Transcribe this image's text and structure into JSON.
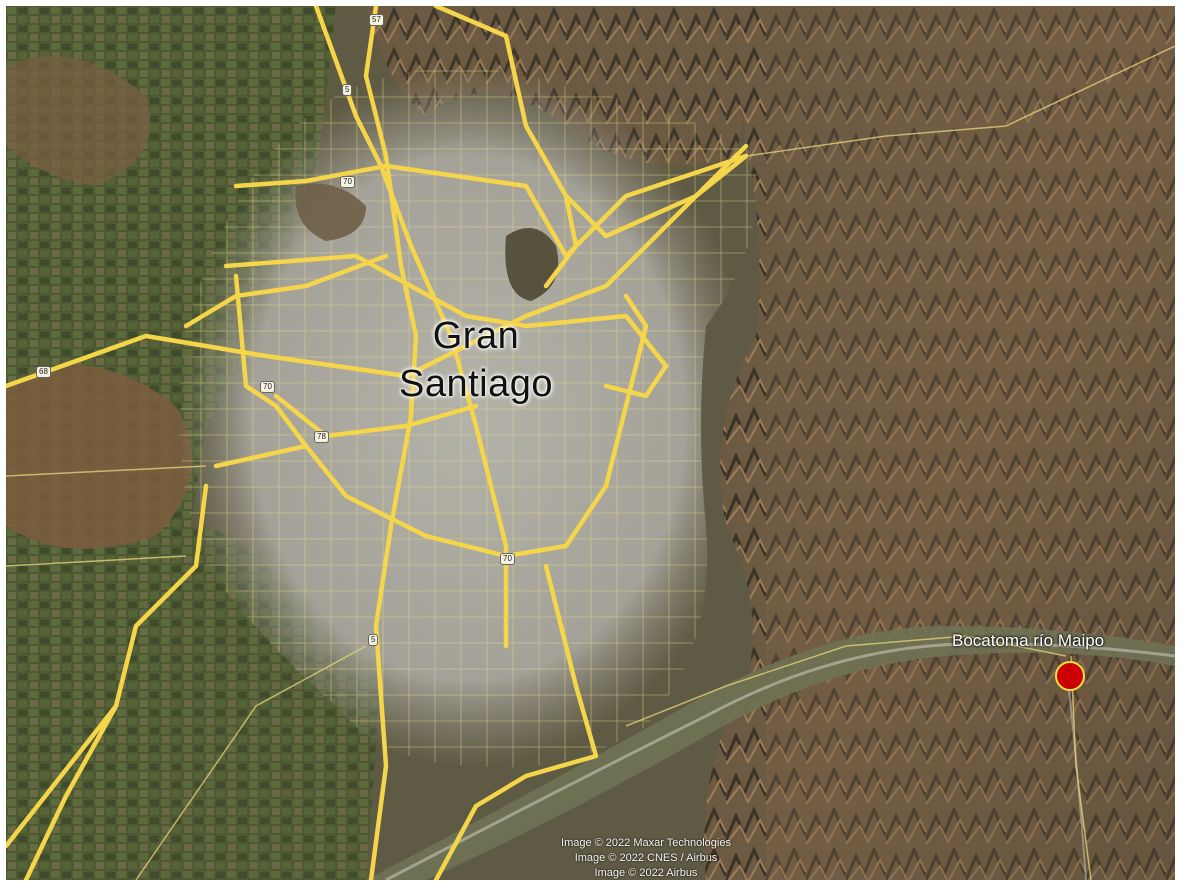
{
  "city": {
    "line1": "Gran",
    "line2": "Santiago"
  },
  "marker": {
    "label": "Bocatoma río Maipo",
    "color": "#cc0000"
  },
  "attribution": [
    "Image © 2022 Maxar Technologies",
    "Image © 2022 CNES / Airbus",
    "Image © 2022 Airbus"
  ],
  "route_shields": [
    "57",
    "5",
    "70",
    "68",
    "70",
    "78",
    "70",
    "5"
  ],
  "colors": {
    "road": "#f5d54a",
    "terrain_dark": "#4a4232",
    "terrain_brown": "#7c5a3c",
    "urban": "#a7a59b",
    "farmland": "#4d5a32"
  }
}
